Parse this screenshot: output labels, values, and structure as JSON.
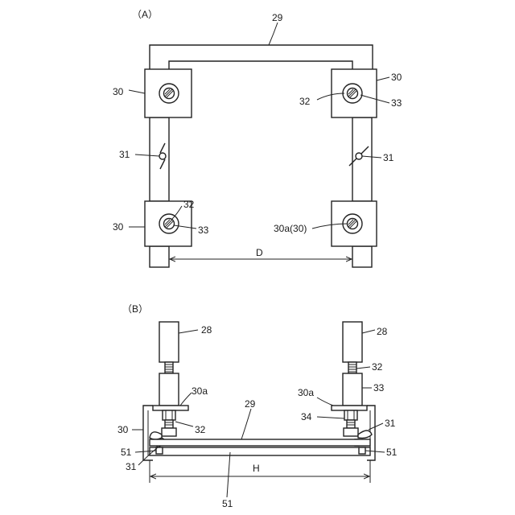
{
  "figure_a": {
    "caption": "（A）",
    "labels": {
      "frame": "29",
      "block_tl": "30",
      "block_tr": "30",
      "block_bl": "30",
      "block_br": "30a(30)",
      "bolt_tr": "32",
      "nut_tr": "33",
      "wingnut_left": "31",
      "wingnut_right": "31",
      "bolt_bl": "32",
      "nut_bl": "33",
      "distance": "D"
    }
  },
  "figure_b": {
    "caption": "（B）",
    "labels": {
      "shaft_left": "28",
      "shaft_right": "28",
      "thread_right": "32",
      "nut_right": "33",
      "plate_left": "30a",
      "plate_right": "30a",
      "bracket_left": "30",
      "bolt_left": "32",
      "frame": "29",
      "pin_right": "34",
      "wingnut_right": "31",
      "rail_left": "51",
      "rail_right": "51",
      "wingnut_left": "31",
      "height": "H",
      "bar": "51"
    }
  }
}
